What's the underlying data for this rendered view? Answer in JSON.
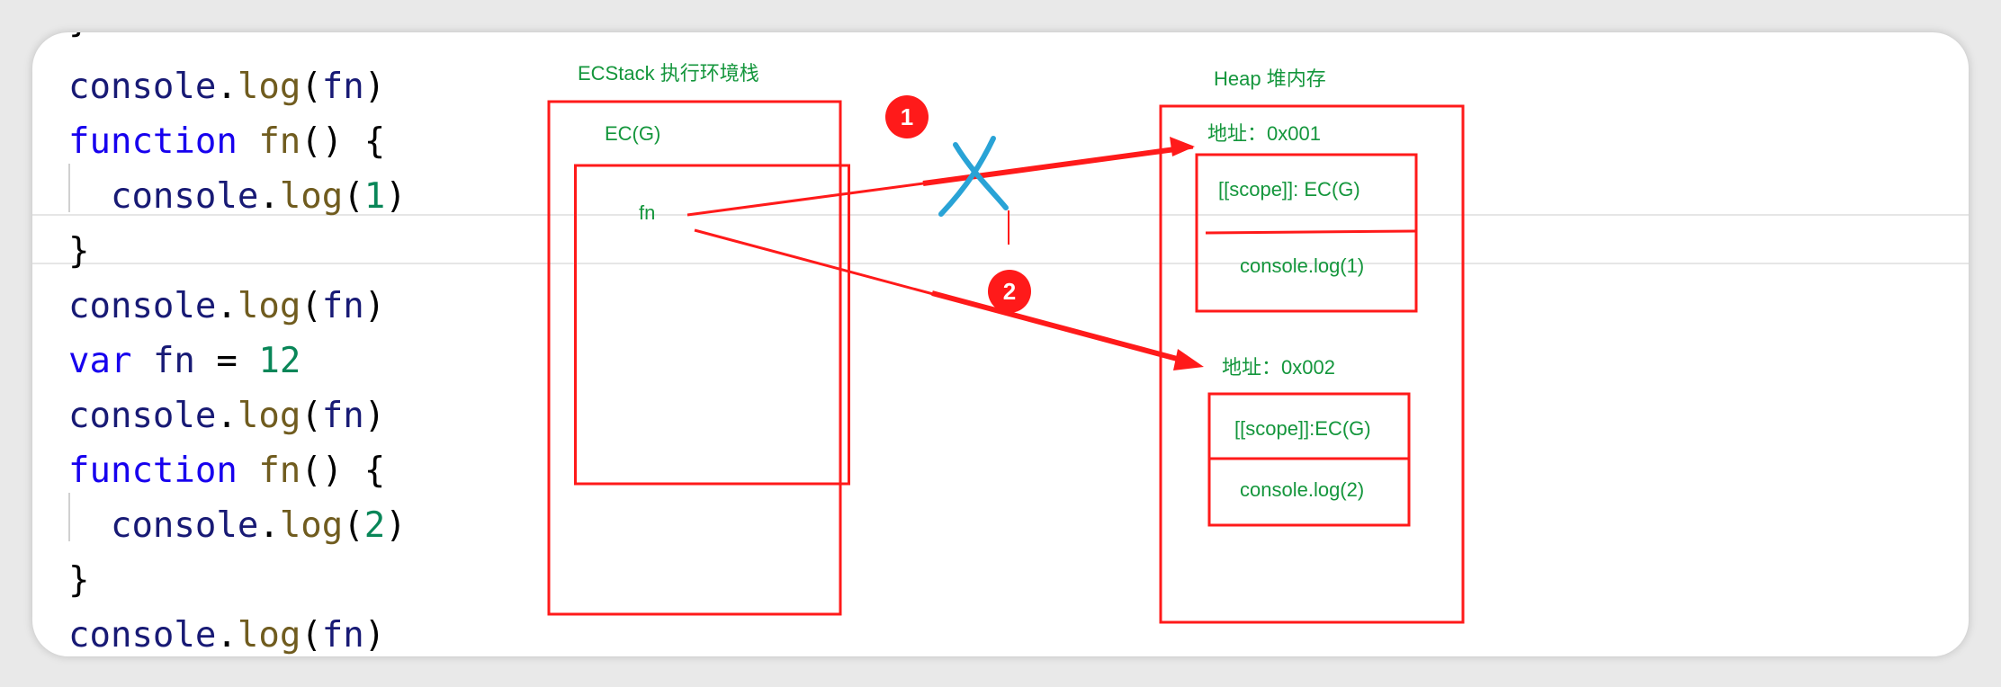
{
  "code": {
    "partial_top": "}",
    "lines": [
      [
        {
          "t": "console",
          "c": "obj"
        },
        {
          "t": ".",
          "c": "plain"
        },
        {
          "t": "log",
          "c": "fn"
        },
        {
          "t": "(",
          "c": "plain"
        },
        {
          "t": "fn",
          "c": "obj"
        },
        {
          "t": ")",
          "c": "plain"
        }
      ],
      [
        {
          "t": "function",
          "c": "kw"
        },
        {
          "t": " ",
          "c": "plain"
        },
        {
          "t": "fn",
          "c": "fn"
        },
        {
          "t": "() {",
          "c": "plain"
        }
      ],
      [
        {
          "t": "  ",
          "c": "plain"
        },
        {
          "t": "console",
          "c": "obj"
        },
        {
          "t": ".",
          "c": "plain"
        },
        {
          "t": "log",
          "c": "fn"
        },
        {
          "t": "(",
          "c": "plain"
        },
        {
          "t": "1",
          "c": "num"
        },
        {
          "t": ")",
          "c": "plain"
        }
      ],
      [
        {
          "t": "}",
          "c": "plain"
        }
      ],
      [
        {
          "t": "console",
          "c": "obj"
        },
        {
          "t": ".",
          "c": "plain"
        },
        {
          "t": "log",
          "c": "fn"
        },
        {
          "t": "(",
          "c": "plain"
        },
        {
          "t": "fn",
          "c": "obj"
        },
        {
          "t": ")",
          "c": "plain"
        }
      ],
      [
        {
          "t": "var",
          "c": "kw"
        },
        {
          "t": " ",
          "c": "plain"
        },
        {
          "t": "fn",
          "c": "obj"
        },
        {
          "t": " = ",
          "c": "plain"
        },
        {
          "t": "12",
          "c": "num"
        }
      ],
      [
        {
          "t": "console",
          "c": "obj"
        },
        {
          "t": ".",
          "c": "plain"
        },
        {
          "t": "log",
          "c": "fn"
        },
        {
          "t": "(",
          "c": "plain"
        },
        {
          "t": "fn",
          "c": "obj"
        },
        {
          "t": ")",
          "c": "plain"
        }
      ],
      [
        {
          "t": "function",
          "c": "kw"
        },
        {
          "t": " ",
          "c": "plain"
        },
        {
          "t": "fn",
          "c": "fn"
        },
        {
          "t": "() {",
          "c": "plain"
        }
      ],
      [
        {
          "t": "  ",
          "c": "plain"
        },
        {
          "t": "console",
          "c": "obj"
        },
        {
          "t": ".",
          "c": "plain"
        },
        {
          "t": "log",
          "c": "fn"
        },
        {
          "t": "(",
          "c": "plain"
        },
        {
          "t": "2",
          "c": "num"
        },
        {
          "t": ")",
          "c": "plain"
        }
      ],
      [
        {
          "t": "}",
          "c": "plain"
        }
      ],
      [
        {
          "t": "console",
          "c": "obj"
        },
        {
          "t": ".",
          "c": "plain"
        },
        {
          "t": "log",
          "c": "fn"
        },
        {
          "t": "(",
          "c": "plain"
        },
        {
          "t": "fn",
          "c": "obj"
        },
        {
          "t": ")",
          "c": "plain"
        }
      ]
    ]
  },
  "diagram": {
    "stack_title": "ECStack 执行环境栈",
    "ec_label": "EC(G)",
    "var_label": "fn",
    "heap_title": "Heap 堆内存",
    "heap1": {
      "address": "地址：0x001",
      "scope": "[[scope]]: EC(G)",
      "body": "console.log(1)"
    },
    "heap2": {
      "address": "地址：0x002",
      "scope": "[[scope]]:EC(G)",
      "body": "console.log(2)"
    },
    "badge1": "1",
    "badge2": "2"
  },
  "colors": {
    "diagram_stroke": "#ff1a1a",
    "label_green": "#14963c",
    "cross_blue": "#29a3d6",
    "badge_red": "#ff1a1a"
  }
}
